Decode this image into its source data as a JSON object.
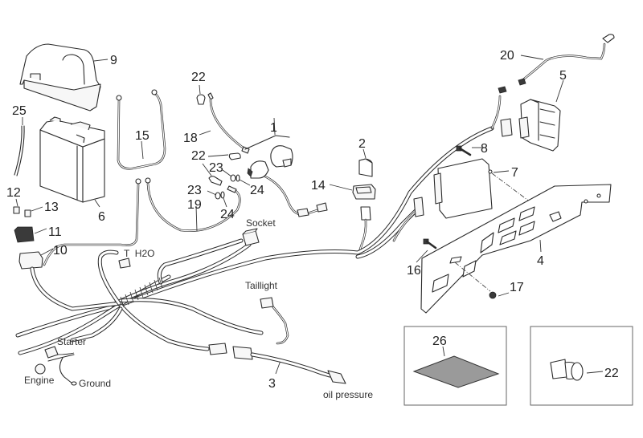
{
  "diagram": {
    "title": "Electrical system exploded parts diagram",
    "callouts": {
      "c1": "1",
      "c2": "2",
      "c3": "3",
      "c4": "4",
      "c5": "5",
      "c6": "6",
      "c7": "7",
      "c8": "8",
      "c9": "9",
      "c10": "10",
      "c11": "11",
      "c12": "12",
      "c13": "13",
      "c14": "14",
      "c15": "15",
      "c16": "16",
      "c17": "17",
      "c18": "18",
      "c19": "19",
      "c20": "20",
      "c22a": "22",
      "c22b": "22",
      "c22c": "22",
      "c23a": "23",
      "c23b": "23",
      "c24a": "24",
      "c24b": "24",
      "c25": "25",
      "c26": "26"
    },
    "connector_labels": {
      "socket": "Socket",
      "t_h2o": "T  H2O",
      "taillight": "Taillight",
      "starter": "Starter",
      "engine": "Engine",
      "ground": "Ground",
      "oil_pressure": "oil pressure"
    },
    "inset_boxes": [
      {
        "part": "26",
        "description": "gasket sheet"
      },
      {
        "part": "22",
        "description": "socket"
      }
    ]
  }
}
